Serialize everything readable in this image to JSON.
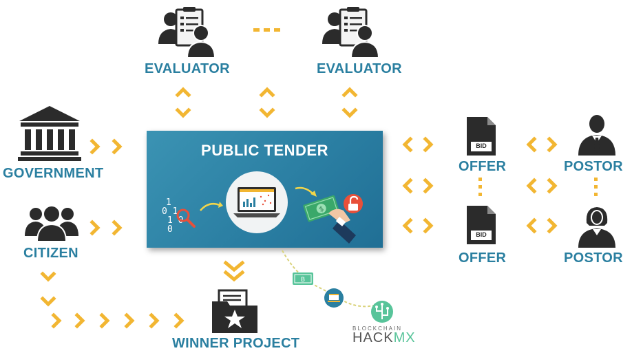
{
  "panel": {
    "title": "PUBLIC TENDER"
  },
  "binary_digits": [
    "1",
    "0 1",
    "1 0",
    "0"
  ],
  "labels": {
    "evaluator_left": "EVALUATOR",
    "evaluator_right": "EVALUATOR",
    "government": "GOVERNMENT",
    "citizen": "CITIZEN",
    "offer_top": "OFFER",
    "offer_bottom": "OFFER",
    "postor_top": "POSTOR",
    "postor_bottom": "POSTOR",
    "winner": "WINNER PROJECT"
  },
  "documents": {
    "bid_top": "BID",
    "bid_bottom": "BID"
  },
  "hackmx": {
    "small": "BLOCKCHAIN",
    "big_a": "HACK",
    "big_b": "MX"
  },
  "colors": {
    "accent_blue": "#2a7fa0",
    "arrow_yellow": "#f2b632",
    "panel_blue": "#2b7fa3",
    "icon_dark": "#2b2b2b",
    "hack_green": "#58c49a"
  },
  "icons": [
    "evaluator-icon",
    "government-building-icon",
    "citizen-group-icon",
    "bid-document-icon",
    "postor-man-icon",
    "postor-woman-icon",
    "winner-folder-icon",
    "laptop-chart-icon",
    "money-hand-icon",
    "unlock-icon",
    "magnifier-icon",
    "bitcoin-bill-icon",
    "blockchain-logo-icon"
  ]
}
